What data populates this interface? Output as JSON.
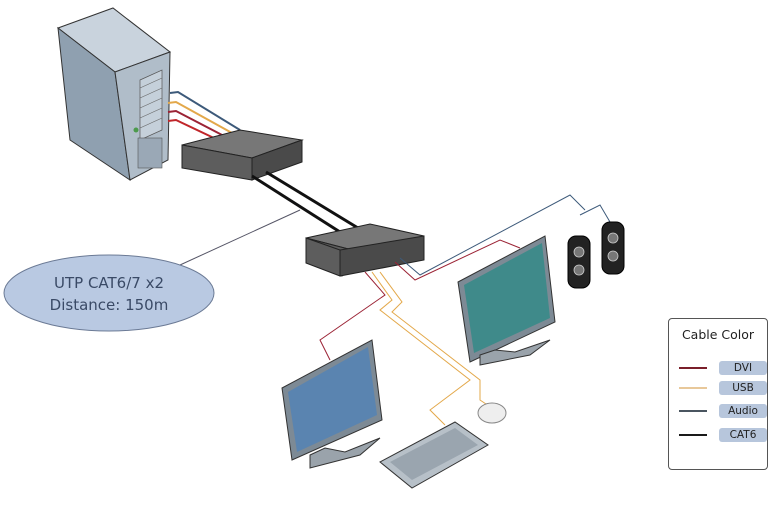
{
  "diagram": {
    "title": "KVM extender over UTP",
    "callout": {
      "line1": "UTP CAT6/7 x2",
      "line2": "Distance: 150m"
    },
    "nodes": [
      "server-tower",
      "transmitter",
      "receiver",
      "monitor-1",
      "monitor-2",
      "speakers",
      "keyboard",
      "mouse"
    ],
    "legend": {
      "title": "Cable Color",
      "items": [
        {
          "label": "DVI",
          "color": "#7a1f2a"
        },
        {
          "label": "USB",
          "color": "#e8c89a"
        },
        {
          "label": "Audio",
          "color": "#4a5560"
        },
        {
          "label": "CAT6",
          "color": "#1a1a1a"
        }
      ]
    },
    "colors": {
      "dvi": "#9b2335",
      "usb": "#e3a84a",
      "audio": "#3d5a7a",
      "cat6": "#111111",
      "callout_fill": "#b9c9e2",
      "device_gray": "#666666"
    }
  }
}
